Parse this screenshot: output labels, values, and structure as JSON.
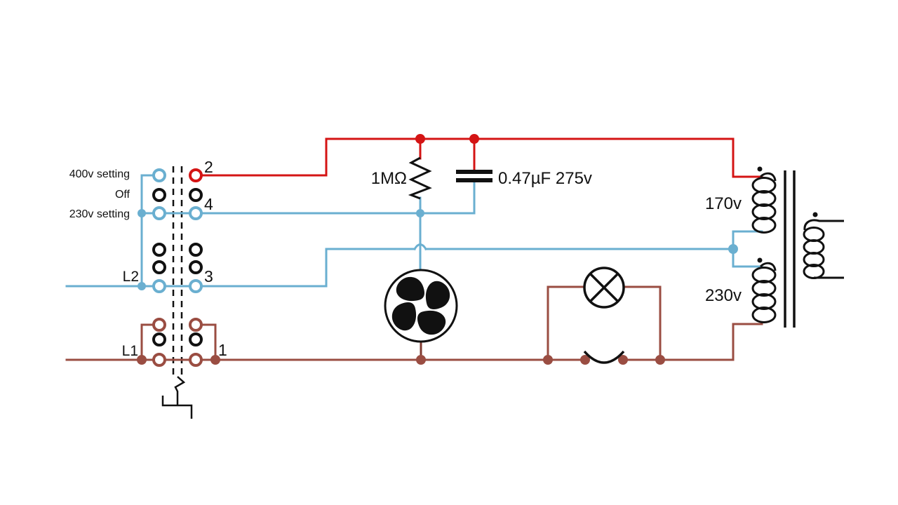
{
  "diagram": {
    "type": "circuit-schematic",
    "description": "Voltage selector switch feeding fan motor, lamp with switch, snubber network and dual-primary transformer"
  },
  "colors": {
    "live_red": "#d41414",
    "neutral_blue": "#6aafd0",
    "line_brown": "#9a4d42",
    "dark_brown": "#7e392f",
    "symbol_black": "#111111",
    "bg": "#ffffff"
  },
  "selector": {
    "position_labels": [
      "400v setting",
      "Off",
      "230v setting"
    ],
    "line_labels": {
      "l2": "L2",
      "l1": "L1"
    },
    "terminal_numbers": {
      "t2": "2",
      "t4": "4",
      "t3": "3",
      "t1": "1"
    }
  },
  "components": {
    "resistor_value": "1MΩ",
    "capacitor_value": "0.47µF 275v",
    "transformer": {
      "winding_170": "170v",
      "winding_230": "230v"
    },
    "icons": [
      "fan-motor-icon",
      "lamp-icon",
      "switch-contact-icon",
      "winding-coil-icon",
      "manual-linkage-icon"
    ]
  }
}
